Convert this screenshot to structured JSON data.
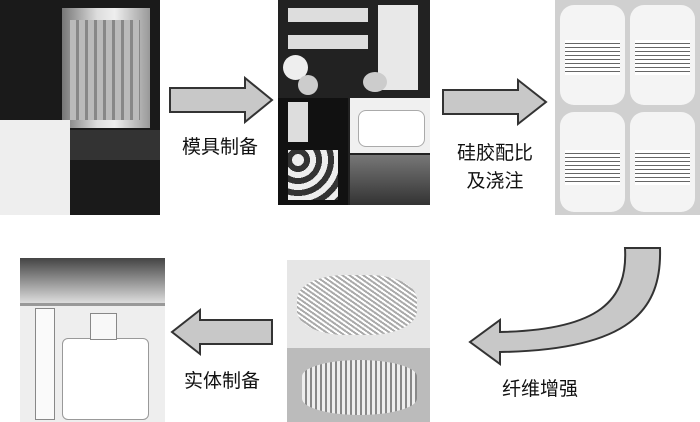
{
  "steps": {
    "mold": "模具制备",
    "silicone_line1": "硅胶配比",
    "silicone_line2": "及浇注",
    "fiber": "纤维增强",
    "solid": "实体制备"
  },
  "colors": {
    "arrow_fill": "#c8c8c8",
    "arrow_stroke": "#333333"
  }
}
